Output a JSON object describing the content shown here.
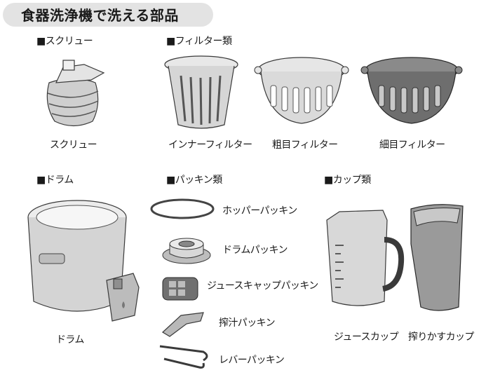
{
  "title": "食器洗浄機で洗える部品",
  "sections": {
    "screw": "■スクリュー",
    "filters": "■フィルター類",
    "drum": "■ドラム",
    "packings": "■パッキン類",
    "cups": "■カップ類"
  },
  "parts": {
    "screw": "スクリュー",
    "inner_filter": "インナーフィルター",
    "coarse_filter": "粗目フィルター",
    "fine_filter": "細目フィルター",
    "drum": "ドラム",
    "hopper_packing": "ホッパーパッキン",
    "drum_packing": "ドラムパッキン",
    "juice_cap_packing": "ジュースキャップパッキン",
    "squeeze_packing": "搾汁パッキン",
    "lever_packing": "レバーパッキン",
    "juice_cup": "ジュースカップ",
    "pulp_cup": "搾りかすカップ"
  },
  "colors": {
    "title_bg": "#e3e3e3",
    "part_light": "#dcdcdc",
    "part_dark": "#6e6e6e",
    "outline": "#3a3a3a"
  }
}
